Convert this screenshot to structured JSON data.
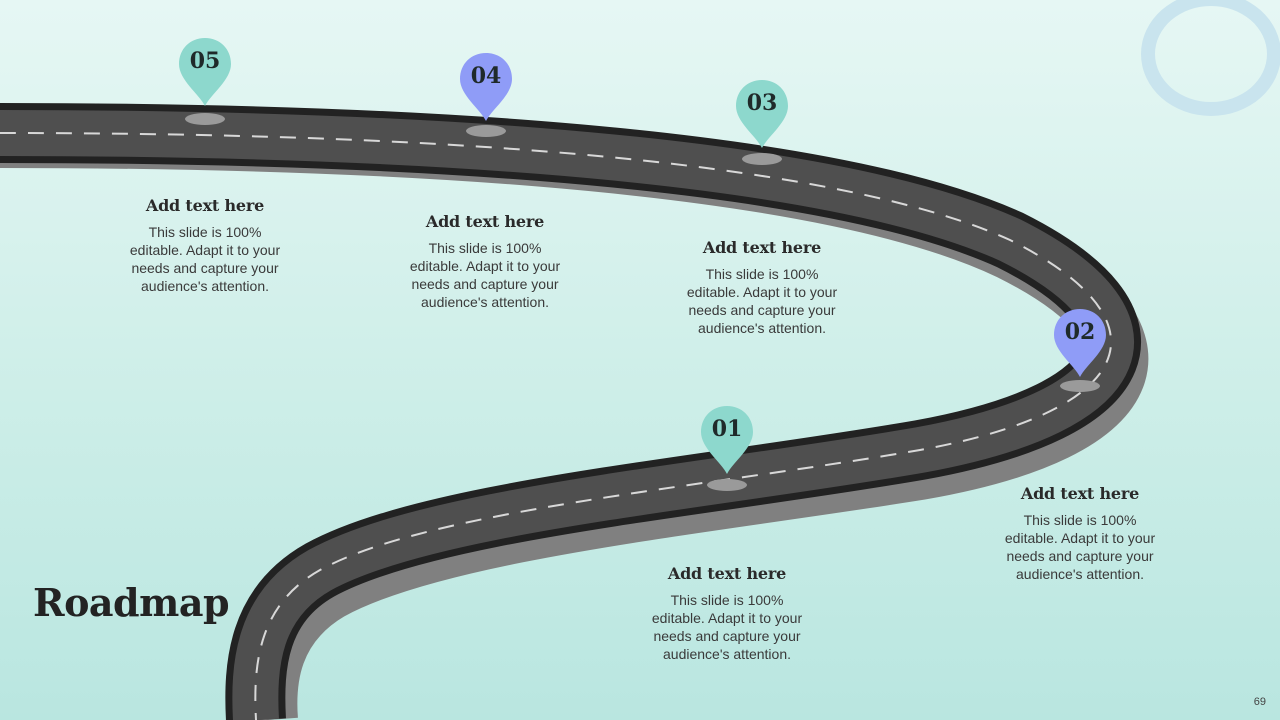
{
  "slide": {
    "title": "Roadmap",
    "page_number": "69"
  },
  "milestones": [
    {
      "number": "01",
      "title": "Add text here",
      "text": "This slide is 100% editable. Adapt it to your needs and capture your audience's attention.",
      "color": "#8dd8cd"
    },
    {
      "number": "02",
      "title": "Add text here",
      "text": "This slide is 100% editable. Adapt it to your needs and capture your audience's attention.",
      "color": "#8f9cf7"
    },
    {
      "number": "03",
      "title": "Add text here",
      "text": "This slide is 100% editable. Adapt it to your needs and capture your audience's attention.",
      "color": "#8dd8cd"
    },
    {
      "number": "04",
      "title": "Add text here",
      "text": "This slide is 100% editable. Adapt it to your needs and capture your audience's attention.",
      "color": "#8f9cf7"
    },
    {
      "number": "05",
      "title": "Add text here",
      "text": "This slide is 100% editable. Adapt it to your needs and capture your audience's attention.",
      "color": "#8dd8cd"
    }
  ],
  "colors": {
    "road_surface": "#4f4f4f",
    "road_edge": "#222222",
    "road_side": "#808080",
    "lane_marking": "#d8d8d8",
    "marker_teal": "#8dd8cd",
    "marker_blue": "#8f9cf7"
  }
}
